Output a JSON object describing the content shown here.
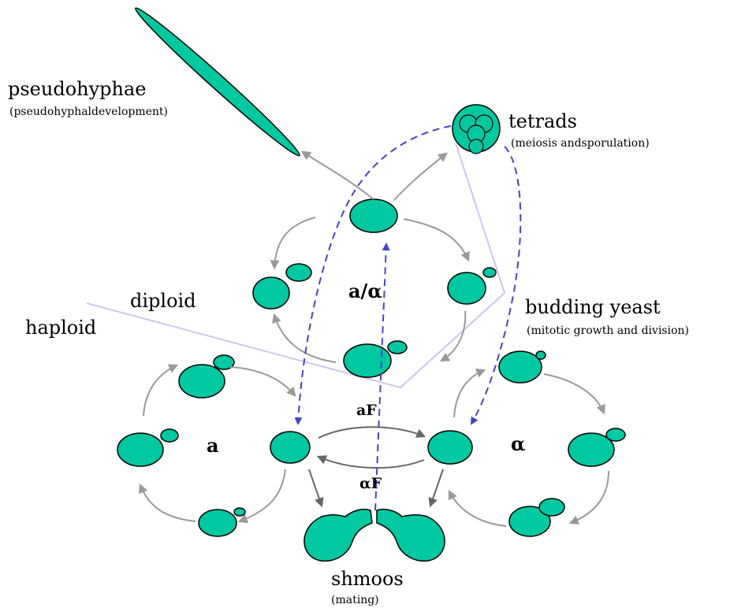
{
  "labels": {
    "pseudohyphae": "pseudohyphae",
    "pseudohyphae_sub": "(pseudohyphaldevelopment)",
    "tetrads": "tetrads",
    "tetrads_sub": "(meiosis andsporulation)",
    "diploid": "diploid",
    "haploid": "haploid",
    "budding_yeast": "budding yeast",
    "budding_yeast_sub": "(mitotic growth and division)",
    "shmoos": "shmoos",
    "shmoos_sub": "(mating)",
    "mating_type_a": "a",
    "mating_type_alpha": "α",
    "diploid_type": "a/α",
    "factor_a": "aF",
    "factor_alpha": "αF"
  },
  "colors": {
    "cell_fill": "#00c8a0",
    "cell_stroke": "#000000",
    "cycle_arrow": "#999999",
    "transition_arrow": "#4444cc",
    "boundary_line": "#c8c8ee",
    "mating_arrow": "#666666"
  }
}
